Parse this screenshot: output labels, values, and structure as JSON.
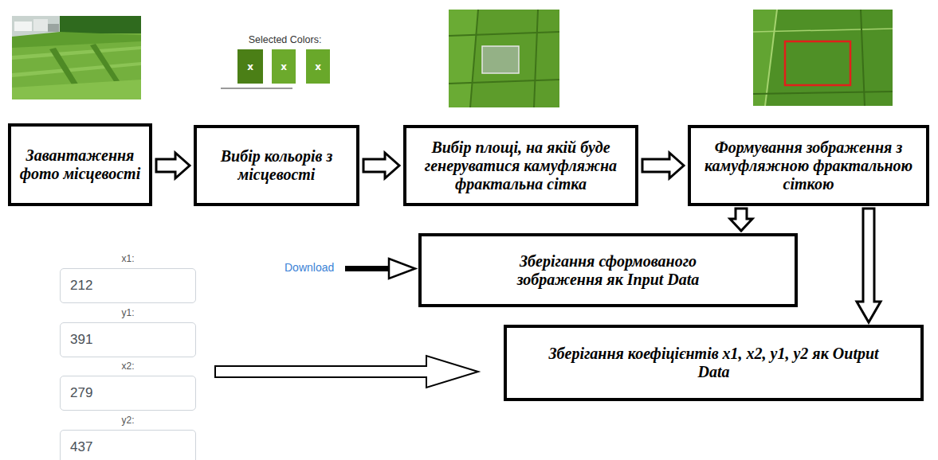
{
  "diagram": {
    "nodes": [
      {
        "text": [
          "x"
        ]
      },
      {
        "text": [
          "x"
        ]
      },
      {
        "text": [
          "x"
        ]
      },
      {
        "text": [
          "Завантаження фото місцевості"
        ]
      },
      {
        "text": [
          "Вибір кольорів з місцевості"
        ]
      },
      {
        "text": [
          "Вибір площі, на якій буде генеруватися камуфляжна фрактальна сітка"
        ]
      },
      {
        "text": [
          "Формування зображення з камуфляжною фрактальною сіткою"
        ]
      },
      {
        "text": [
          "Зберігання сформованого зображення як Input Data"
        ]
      },
      {
        "text": [
          "Зберігання коефіцієнтів x1, x2, y1, y2 як Output Data"
        ]
      },
      {
        "text": [
          "x1:",
          "212"
        ]
      },
      {
        "text": [
          "y1:",
          "391"
        ]
      },
      {
        "text": [
          "x2:",
          "279"
        ]
      },
      {
        "text": [
          "y2:",
          "437"
        ]
      }
    ],
    "edges": [
      {
        "from": 3,
        "to": 4,
        "arrow": "to"
      },
      {
        "from": 4,
        "to": 5,
        "arrow": "to"
      },
      {
        "from": 5,
        "to": 6,
        "arrow": "to"
      },
      {
        "from": 6,
        "to": 7,
        "arrow": "to"
      },
      {
        "from": 6,
        "to": 8,
        "arrow": "to"
      }
    ],
    "labels": [
      "Selected Colors:",
      "Download"
    ]
  }
}
